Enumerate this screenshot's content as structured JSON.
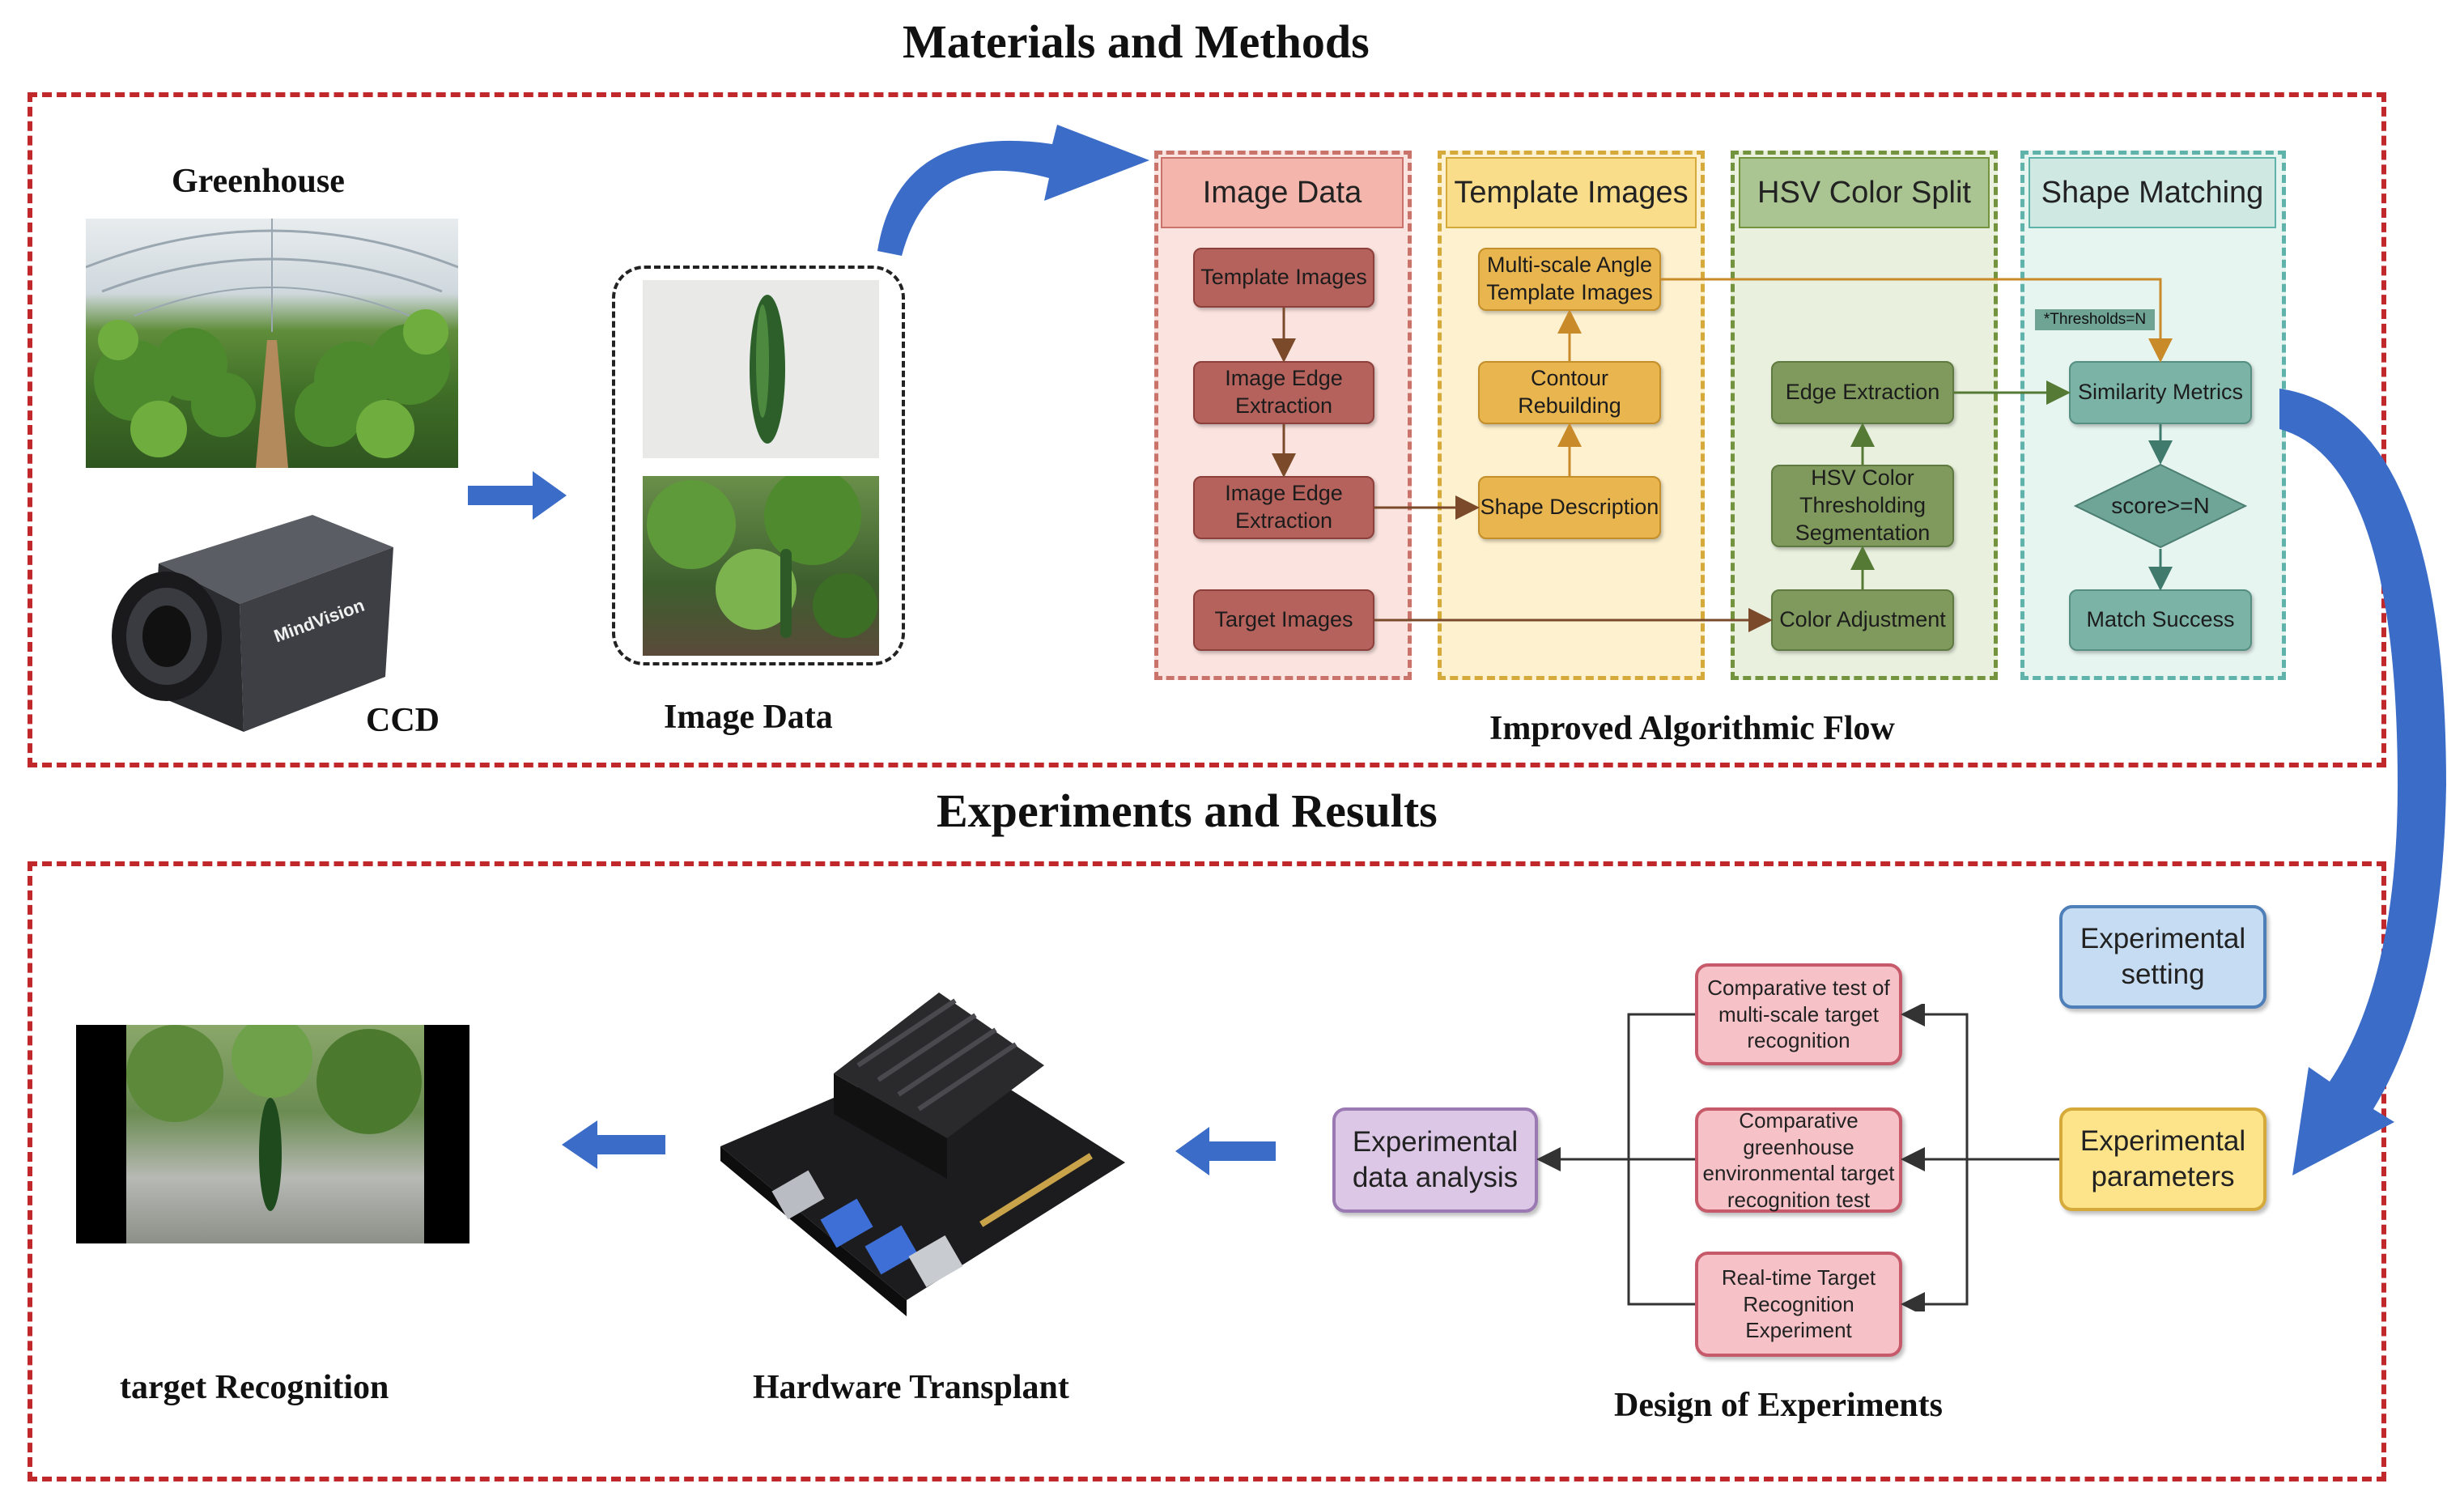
{
  "titles": {
    "top": "Materials and Methods",
    "bottom": "Experiments and Results"
  },
  "materials": {
    "greenhouse": "Greenhouse",
    "ccd": "CCD",
    "image_data": "Image Data",
    "camera_brand": "MindVision",
    "flow_caption": "Improved Algorithmic Flow"
  },
  "flow": {
    "columns": [
      {
        "title": "Image Data",
        "fill": "#f4b6ac",
        "border": "#c9736b"
      },
      {
        "title": "Template Images",
        "fill": "#f9dd8a",
        "border": "#d6a93b"
      },
      {
        "title": "HSV Color Split",
        "fill": "#aac492",
        "border": "#74933f"
      },
      {
        "title": "Shape Matching",
        "fill": "#cfe9e2",
        "border": "#5fb3aa"
      }
    ],
    "image_data_nodes": [
      "Template Images",
      "Image Edge Extraction",
      "Image Edge Extraction",
      "Target Images"
    ],
    "template_nodes": [
      "Multi-scale Angle Template Images",
      "Contour Rebuilding",
      "Shape Description"
    ],
    "hsv_nodes": [
      "Edge Extraction",
      "HSV Color Thresholding Segmentation",
      "Color Adjustment"
    ],
    "shape_nodes": {
      "threshold_tag": "*Thresholds=N",
      "similarity": "Similarity Metrics",
      "decision": "score>=N",
      "success": "Match Success"
    }
  },
  "experiments": {
    "setting": "Experimental setting",
    "parameters": "Experimental parameters",
    "tests": [
      "Comparative test of multi-scale target recognition",
      "Comparative greenhouse environmental target recognition test",
      "Real-time Target Recognition Experiment"
    ],
    "analysis": "Experimental data analysis",
    "design_caption": "Design of Experiments",
    "hardware_caption": "Hardware Transplant",
    "target_caption": "target Recognition"
  },
  "colors": {
    "frame_red": "#c0282c",
    "arrow_blue": "#3a6cc8",
    "exp_blue": "#c6dcf2",
    "exp_yellow": "#fde48a",
    "exp_pink": "#f6c2c8",
    "exp_purple": "#dcc8e6"
  }
}
